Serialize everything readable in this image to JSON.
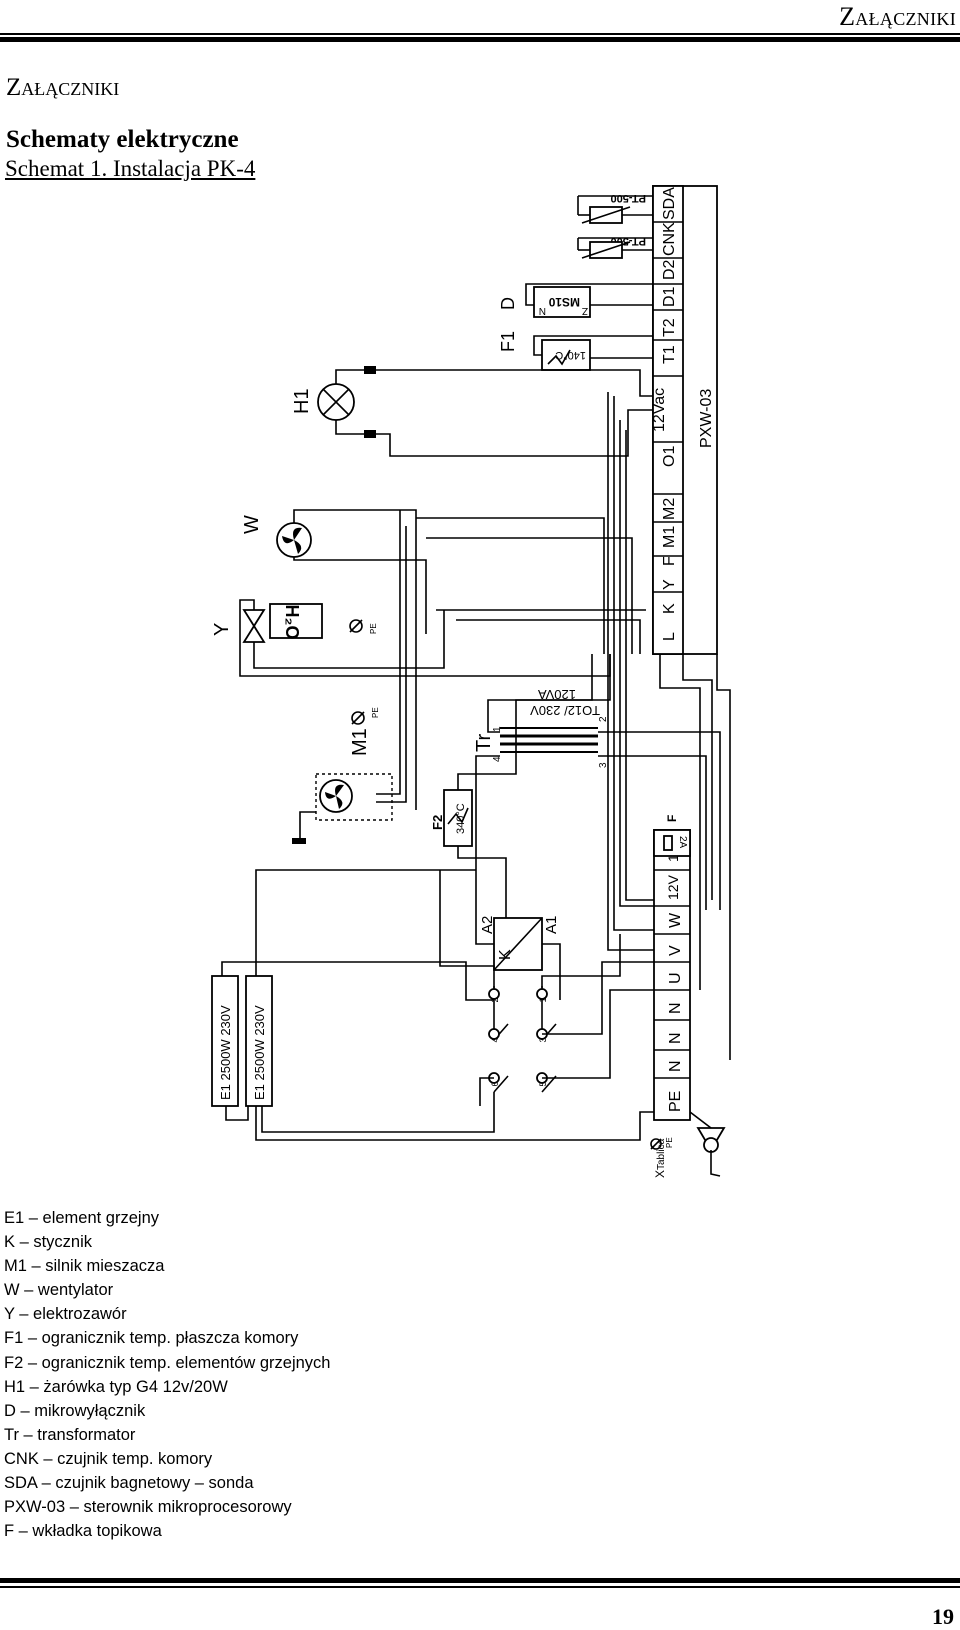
{
  "header": {
    "running_title": "Załączniki"
  },
  "section": {
    "title": "Załączniki",
    "subtitle": "Schematy elektryczne",
    "figure_caption": "Schemat 1. Instalacja PK-4"
  },
  "schematic": {
    "controller": {
      "model": "PXW-03",
      "terminals": [
        "L",
        "K",
        "Y",
        "F",
        "M1",
        "M2",
        "O1",
        "12Vac",
        "T1",
        "T2",
        "D1",
        "D2",
        "CNK",
        "SDA"
      ]
    },
    "terminal_strip": [
      "PE",
      "N",
      "N",
      "N",
      "U",
      "V",
      "W",
      "12V",
      "12V"
    ],
    "fuse_box": {
      "label": "F",
      "value": "2A"
    },
    "components": {
      "h1": "H1",
      "w": "W",
      "y": "Y",
      "h2o": "H₂O",
      "pe": "PE",
      "m1": "M1",
      "f1": "F1",
      "d": "D",
      "f1_temp": "140°C",
      "ms10": "MS10",
      "ms10_n": "N",
      "ms10_z": "Z",
      "pt500": "PT-500",
      "f2": "F2",
      "f2_temp": "340°C",
      "tr": "Tr",
      "tr_rating": "TO12/ 230V",
      "tr_power": "120VA",
      "tr_pins": [
        "1",
        "2",
        "3",
        "4"
      ],
      "k": "K",
      "a1": "A1",
      "a2": "A2",
      "contact_numbers": [
        "1",
        "2",
        "3",
        "4",
        "5",
        "6"
      ],
      "e1": "E1  2500W  230V",
      "tablica": "Tablica",
      "x": "X"
    }
  },
  "legend": [
    "E1 – element grzejny",
    "K – stycznik",
    "M1 – silnik mieszacza",
    "W – wentylator",
    "Y – elektrozawór",
    "F1 – ogranicznik temp. płaszcza komory",
    "F2 – ogranicznik temp. elementów grzejnych",
    "H1 – żarówka typ G4 12v/20W",
    "D – mikrowyłącznik",
    "Tr – transformator",
    "CNK – czujnik temp. komory",
    "SDA – czujnik bagnetowy – sonda",
    "PXW-03 – sterownik mikroprocesorowy",
    "F – wkładka topikowa"
  ],
  "page_number": "19"
}
